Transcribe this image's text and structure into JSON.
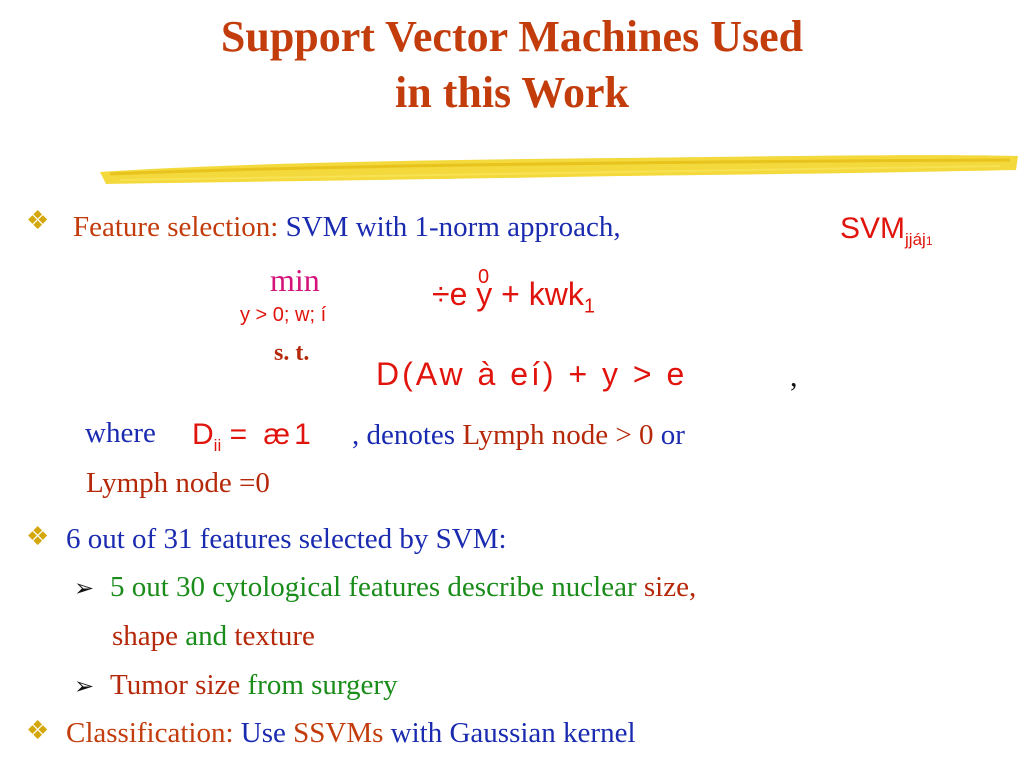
{
  "title": {
    "line1": "Support Vector Machines Used",
    "line2": "in this Work"
  },
  "bullet_glyph": "❖",
  "arrow_glyph": "➢",
  "feature_selection": {
    "label": "Feature selection:",
    "text": "SVM with 1-norm approach,",
    "svm_symbol": "SVM",
    "svm_subscript": "jjáj",
    "svm_subscript_one": "1"
  },
  "formula": {
    "min": "min",
    "min_sub": "y > 0; w; í",
    "objective": "÷e y + kwk",
    "objective_sup": "0",
    "objective_sub": "1",
    "st": "s. t.",
    "constraint": "D(Aw à eí) + y > e",
    "constraint_comma": ","
  },
  "where": {
    "label": "where",
    "expr": "D",
    "expr_sub": "ii",
    "expr_rest": "= æ1",
    "denotes": ", denotes",
    "lymph_pos": "Lymph node > 0",
    "or": "or",
    "lymph_zero": "Lymph node =0"
  },
  "features": {
    "line": "6 out of 31 features selected by SVM:",
    "sub1_green": "5 out 30 cytological features describe nuclear",
    "sub1_red": "size,",
    "sub1_line2_red": "shape",
    "sub1_line2_green": "and",
    "sub1_line2_red2": "texture",
    "sub2_red": "Tumor size",
    "sub2_green": "from surgery"
  },
  "classification": {
    "label": "Classification:",
    "use": "Use",
    "ssvms": "SSVMs",
    "rest": "with Gaussian kernel"
  },
  "colors": {
    "title": "#c23c0c",
    "bullet": "#d4a80b",
    "highlight": "#f2d21a"
  }
}
